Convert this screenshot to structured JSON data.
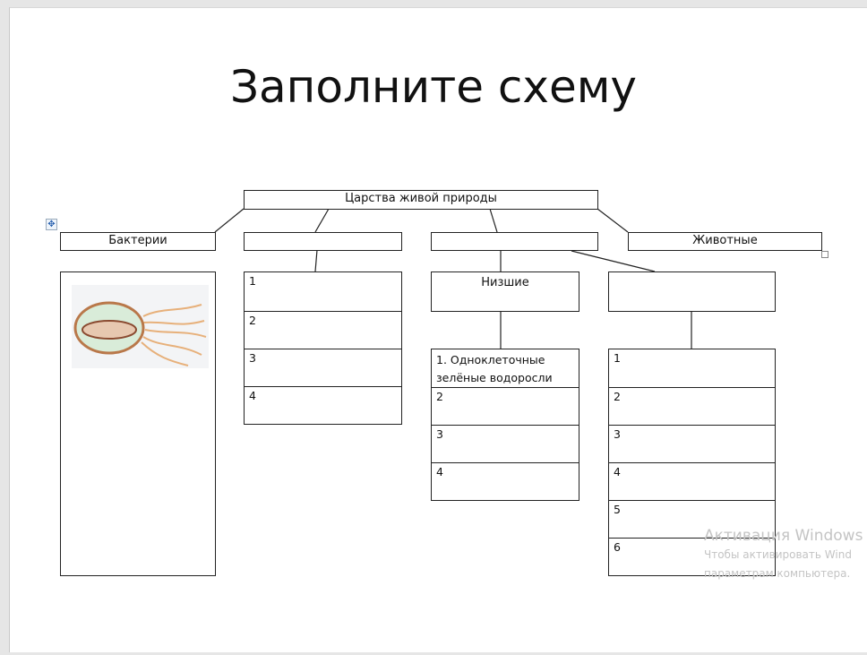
{
  "title": "Заполните схему",
  "root": "Царства живой природы",
  "kingdoms": [
    "Бактерии",
    "",
    "",
    "Животные"
  ],
  "plants_sub": {
    "lower": "Низшие",
    "higher": ""
  },
  "col2_items": [
    "1",
    "2",
    "3",
    "4"
  ],
  "col3_items": [
    "1. Одноклеточные зелёные водоросли",
    "2",
    "3",
    "4"
  ],
  "col4_items": [
    "1",
    "2",
    "3",
    "4",
    "5",
    "6"
  ],
  "watermark": {
    "line1": "Активация Windows",
    "line2": "Чтобы активировать Wind",
    "line3": "параметрам компьютера."
  }
}
